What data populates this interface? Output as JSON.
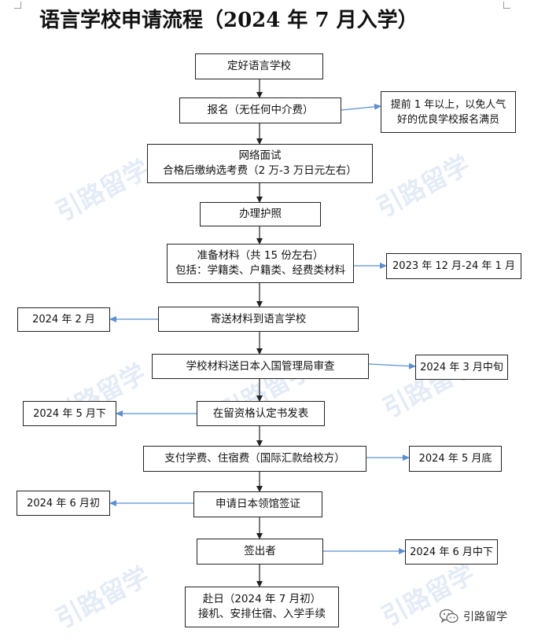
{
  "title": "语言学校申请流程（2024 年 7 月入学）",
  "colors": {
    "main_arrow": "#222222",
    "side_arrow": "#5b8fd1",
    "watermark": "#5082c8"
  },
  "watermark_text": "引路留学",
  "main_steps": [
    {
      "lines": [
        "定好语言学校"
      ]
    },
    {
      "lines": [
        "报名（无任何中介费）"
      ]
    },
    {
      "lines": [
        "网络面试",
        "合格后缴纳选考费（2 万-3 万日元左右）"
      ]
    },
    {
      "lines": [
        "办理护照"
      ]
    },
    {
      "lines": [
        "准备材料（共 15 份左右）",
        "包括：学籍类、户籍类、经费类材料"
      ]
    },
    {
      "lines": [
        "寄送材料到语言学校"
      ]
    },
    {
      "lines": [
        "学校材料送日本入国管理局审查"
      ]
    },
    {
      "lines": [
        "在留资格认定书发表"
      ]
    },
    {
      "lines": [
        "支付学费、住宿费（国际汇款给校方）"
      ]
    },
    {
      "lines": [
        "申请日本领馆签证"
      ]
    },
    {
      "lines": [
        "签出者"
      ]
    },
    {
      "lines": [
        "赴日（2024 年 7 月初）",
        "接机、安排住宿、入学手续"
      ]
    }
  ],
  "side_notes": [
    {
      "lines": [
        "提前 1 年以上，以免人气",
        "好的优良学校报名满员"
      ]
    },
    {
      "lines": [
        "2023 年 12 月-24 年 1 月"
      ]
    },
    {
      "lines": [
        "2024 年 2 月"
      ]
    },
    {
      "lines": [
        "2024 年 3 月中旬"
      ]
    },
    {
      "lines": [
        "2024 年 5 月下"
      ]
    },
    {
      "lines": [
        "2024 年 5 月底"
      ]
    },
    {
      "lines": [
        "2024 年 6 月初"
      ]
    },
    {
      "lines": [
        "2024 年 6 月中下"
      ]
    }
  ],
  "brand": {
    "name": "引路留学",
    "icon": "wechat-icon"
  }
}
